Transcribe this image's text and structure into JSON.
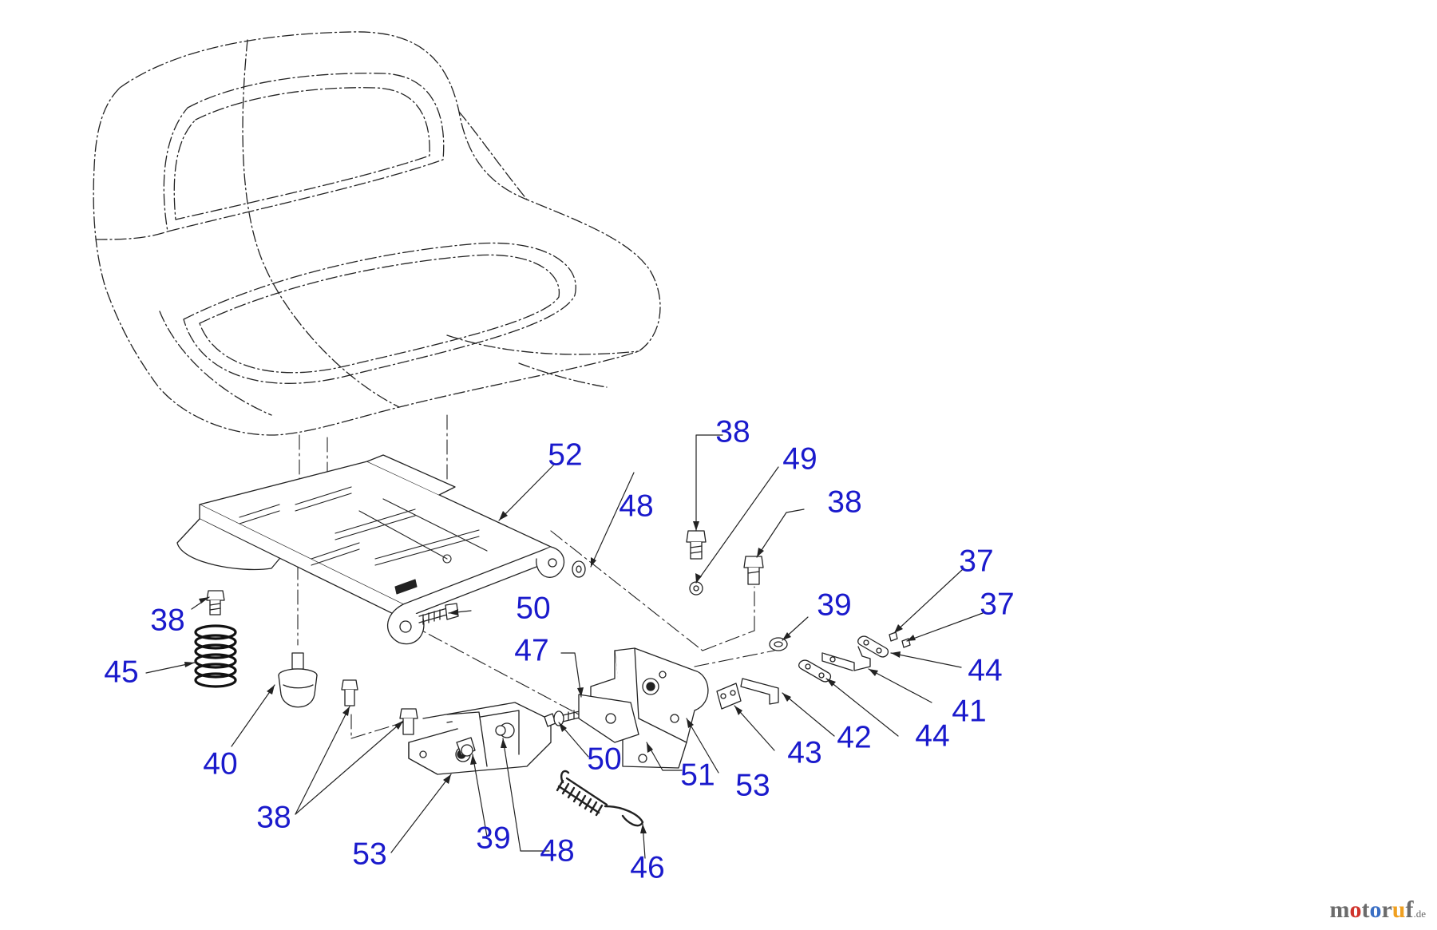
{
  "diagram": {
    "label_color": "#1a1acc",
    "line_color": "#222222",
    "callouts": [
      {
        "id": "c38a",
        "text": "38"
      },
      {
        "id": "c49",
        "text": "49"
      },
      {
        "id": "c52",
        "text": "52"
      },
      {
        "id": "c48a",
        "text": "48"
      },
      {
        "id": "c38b",
        "text": "38"
      },
      {
        "id": "c37a",
        "text": "37"
      },
      {
        "id": "c37b",
        "text": "37"
      },
      {
        "id": "c39a",
        "text": "39"
      },
      {
        "id": "c38c",
        "text": "38"
      },
      {
        "id": "c50a",
        "text": "50"
      },
      {
        "id": "c45",
        "text": "45"
      },
      {
        "id": "c47",
        "text": "47"
      },
      {
        "id": "c44a",
        "text": "44"
      },
      {
        "id": "c41",
        "text": "41"
      },
      {
        "id": "c40",
        "text": "40"
      },
      {
        "id": "c50b",
        "text": "50"
      },
      {
        "id": "c51",
        "text": "51"
      },
      {
        "id": "c53a",
        "text": "53"
      },
      {
        "id": "c43",
        "text": "43"
      },
      {
        "id": "c42",
        "text": "42"
      },
      {
        "id": "c44b",
        "text": "44"
      },
      {
        "id": "c38d",
        "text": "38"
      },
      {
        "id": "c53b",
        "text": "53"
      },
      {
        "id": "c39b",
        "text": "39"
      },
      {
        "id": "c48b",
        "text": "48"
      },
      {
        "id": "c46",
        "text": "46"
      }
    ]
  },
  "watermark": {
    "brand_parts": [
      "m",
      "o",
      "t",
      "o",
      "r",
      "u",
      "f"
    ],
    "brand_colors": [
      "#6b6b6b",
      "#d0342c",
      "#6b6b6b",
      "#3a6fc4",
      "#6b6b6b",
      "#f0a020",
      "#6b6b6b"
    ],
    "tld": ".de"
  }
}
